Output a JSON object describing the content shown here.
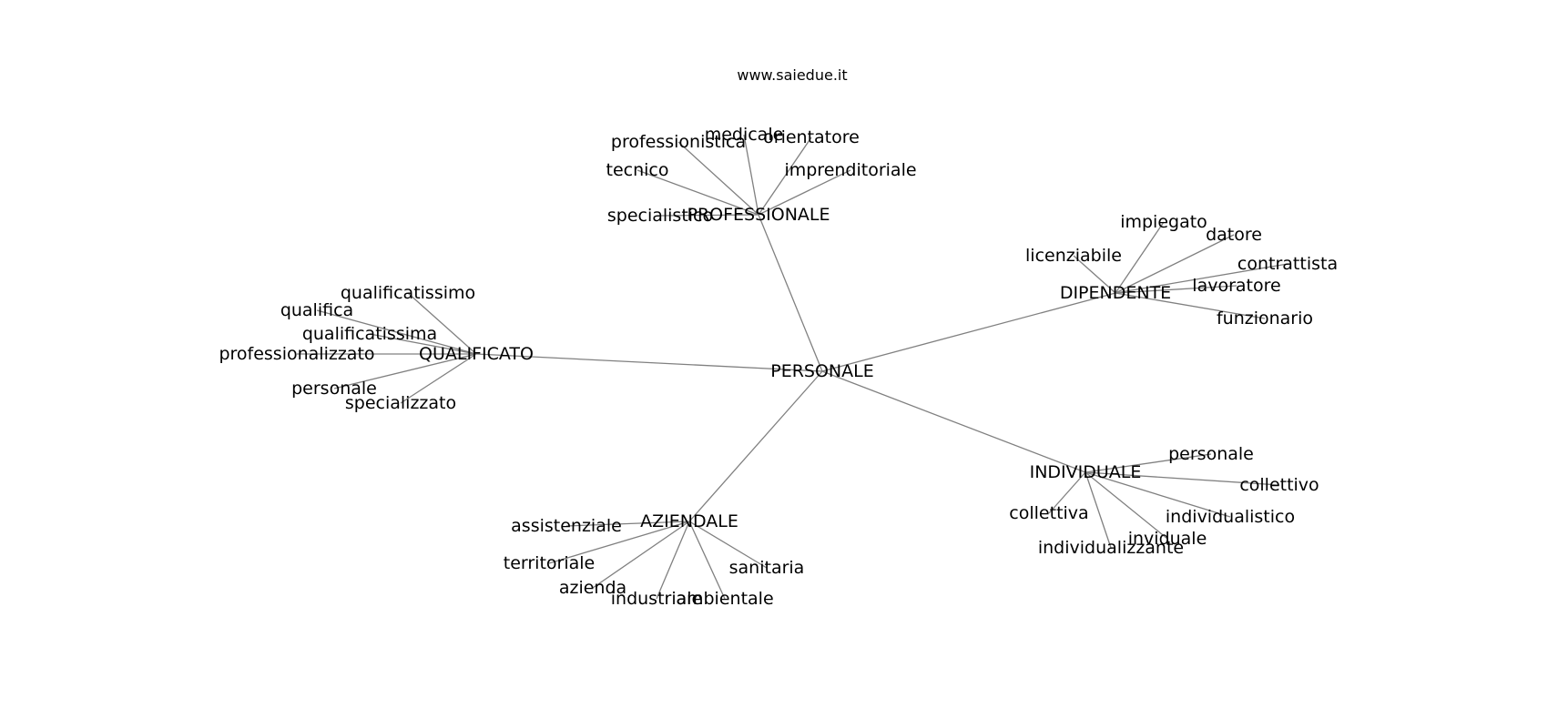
{
  "credit": "www.saiedue.it",
  "graph": {
    "center": "PERSONALE",
    "clusters": [
      {
        "hub": "PROFESSIONALE",
        "leaves": [
          "professionistica",
          "medicale",
          "orientatore",
          "tecnico",
          "imprenditoriale",
          "specialistico"
        ]
      },
      {
        "hub": "DIPENDENTE",
        "leaves": [
          "impiegato",
          "datore",
          "licenziabile",
          "contrattista",
          "lavoratore",
          "funzionario"
        ]
      },
      {
        "hub": "QUALIFICATO",
        "leaves": [
          "qualificatissimo",
          "qualifica",
          "qualificatissima",
          "professionalizzato",
          "personale",
          "specializzato"
        ]
      },
      {
        "hub": "INDIVIDUALE",
        "leaves": [
          "personale",
          "collettivo",
          "collettiva",
          "individualistico",
          "inviduale",
          "individualizzante"
        ]
      },
      {
        "hub": "AZIENDALE",
        "leaves": [
          "assistenziale",
          "territoriale",
          "sanitaria",
          "azienda",
          "industriale",
          "ambientale"
        ]
      }
    ]
  }
}
